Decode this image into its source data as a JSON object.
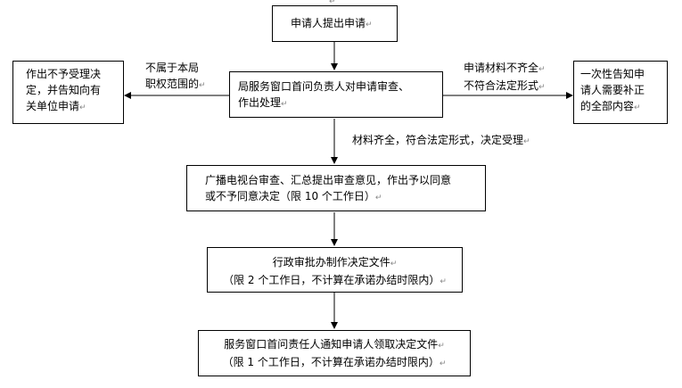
{
  "flow": {
    "top": {
      "text": "申请人提出申请"
    },
    "center": {
      "line1": "局服务窗口首问负责人对申请审查、",
      "line2": "作出处理"
    },
    "left": {
      "line1": "作出不予受理决",
      "line2": "定，并告知向有",
      "line3": "关单位申请"
    },
    "right": {
      "line1": "一次性告知申",
      "line2": "请人需要补正",
      "line3": "的全部内容"
    },
    "review": {
      "line1": "广播电视台审查、汇总提出审查意见，作出予以同意",
      "line2": "或不予同意决定（限 10 个工作日）"
    },
    "approval": {
      "line1": "行政审批办制作决定文件",
      "line2": "（限 2 个工作日，不计算在承诺办结时限内）"
    },
    "notify": {
      "line1": "服务窗口首问责任人通知申请人领取决定文件",
      "line2": "（限 1 个工作日，不计算在承诺办结时限内）"
    }
  },
  "labels": {
    "left": {
      "line1": "不属于本局",
      "line2": "职权范围的"
    },
    "right": {
      "line1": "申请材料不齐全",
      "line2": "不符合法定形式"
    },
    "down": {
      "text": "材料齐全，符合法定形式，决定受理"
    }
  },
  "return_mark": "↵"
}
